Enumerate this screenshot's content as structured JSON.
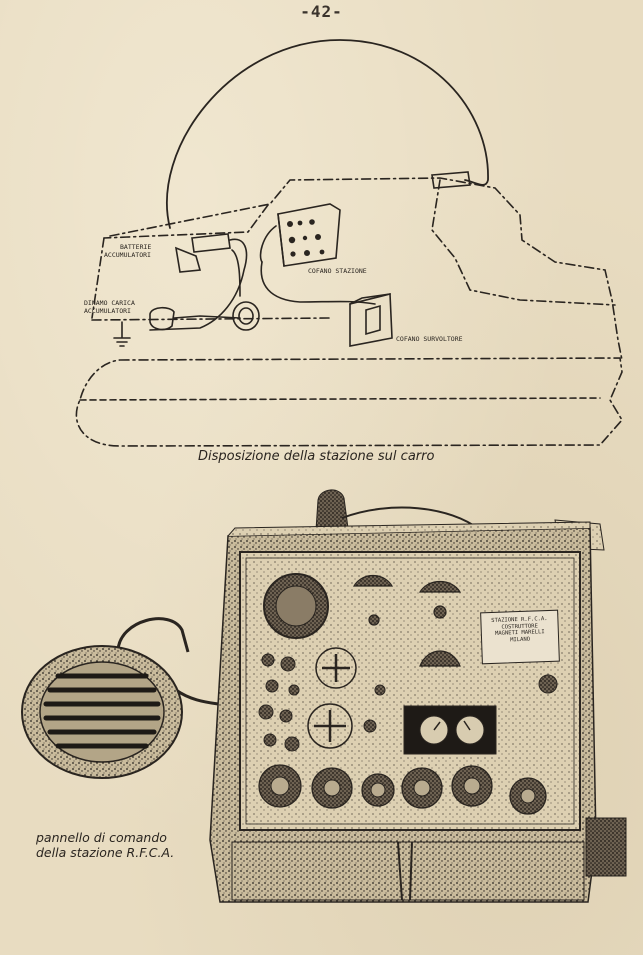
{
  "page": {
    "number": "-42-"
  },
  "figure_top": {
    "caption": "Disposizione della stazione sul carro",
    "labels": {
      "batteries": [
        "BATTERIE",
        "ACCUMULATORI"
      ],
      "dynamo": [
        "DINAMO CARICA",
        "ACCUMULATORI"
      ],
      "station_box": "COFANO STAZIONE",
      "converter_box": "COFANO SURVOLTORE"
    }
  },
  "figure_bottom": {
    "caption_line1": "pannello di comando",
    "caption_line2": "della stazione R.F.C.A.",
    "plate": [
      "STAZIONE R.F.C.A.",
      "COSTRUTTORE",
      "MAGNETI MARELLI",
      "MILANO"
    ]
  },
  "colors": {
    "paper": "#e8dcc1",
    "ink": "#2a2520"
  }
}
